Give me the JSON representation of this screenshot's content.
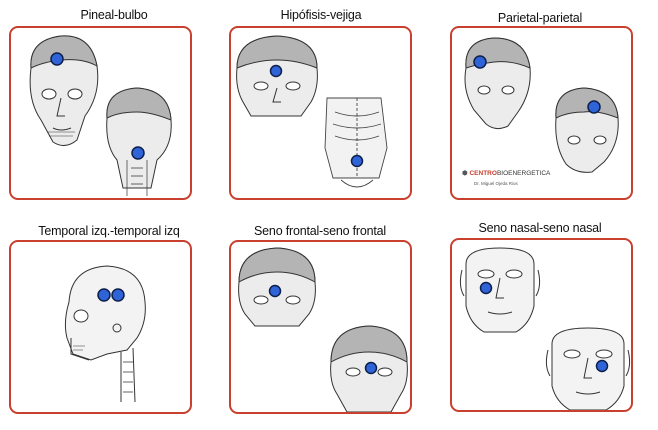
{
  "panels": [
    {
      "title": "Pineal-bulbo",
      "pair": "pineal-bulbo"
    },
    {
      "title": "Hipófisis-vejiga",
      "pair": "hipofisis-vejiga"
    },
    {
      "title": "Parietal-parietal",
      "pair": "parietal-parietal"
    },
    {
      "title": "Temporal izq.-temporal izq",
      "pair": "temporal-temporal"
    },
    {
      "title": "Seno frontal-seno frontal",
      "pair": "seno-frontal"
    },
    {
      "title": "Seno nasal-seno nasal",
      "pair": "seno-nasal"
    }
  ],
  "branding": {
    "name_bold": "CENTRO",
    "name_rest": "BIOENERGETICA",
    "author": "Dr. Miguel Ojeda Rios"
  },
  "colors": {
    "panel_border": "#c9402f",
    "marker_fill": "#2f64d8",
    "marker_stroke": "#0d1f4a",
    "skin_fill": "#ececec",
    "hair_fill": "#b4b4b4"
  },
  "icons": [
    "head-illustration",
    "skull-illustration",
    "torso-illustration",
    "acupoint-marker"
  ]
}
